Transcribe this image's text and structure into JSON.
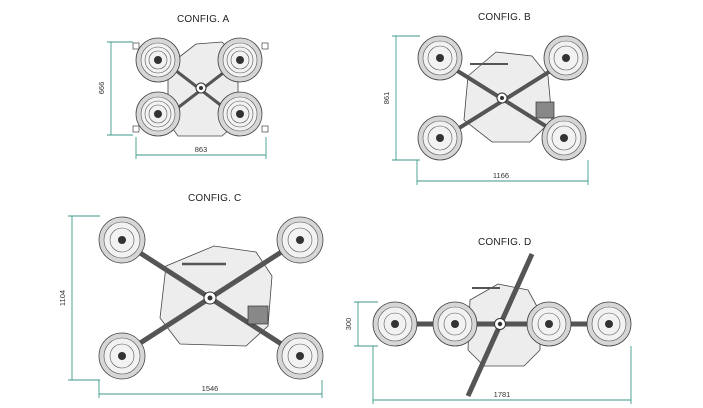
{
  "configs": {
    "a": {
      "title": "CONFIG. A",
      "width_dim": "863",
      "height_dim": "666"
    },
    "b": {
      "title": "CONFIG. B",
      "width_dim": "1166",
      "height_dim": "861"
    },
    "c": {
      "title": "CONFIG. C",
      "width_dim": "1546",
      "height_dim": "1104"
    },
    "d": {
      "title": "CONFIG. D",
      "width_dim": "1781",
      "height_dim": "300"
    }
  },
  "colors": {
    "dimension": "#3d9a8a",
    "outline": "#444444",
    "fill": "#ededed",
    "pad": "#d6d6d6"
  }
}
